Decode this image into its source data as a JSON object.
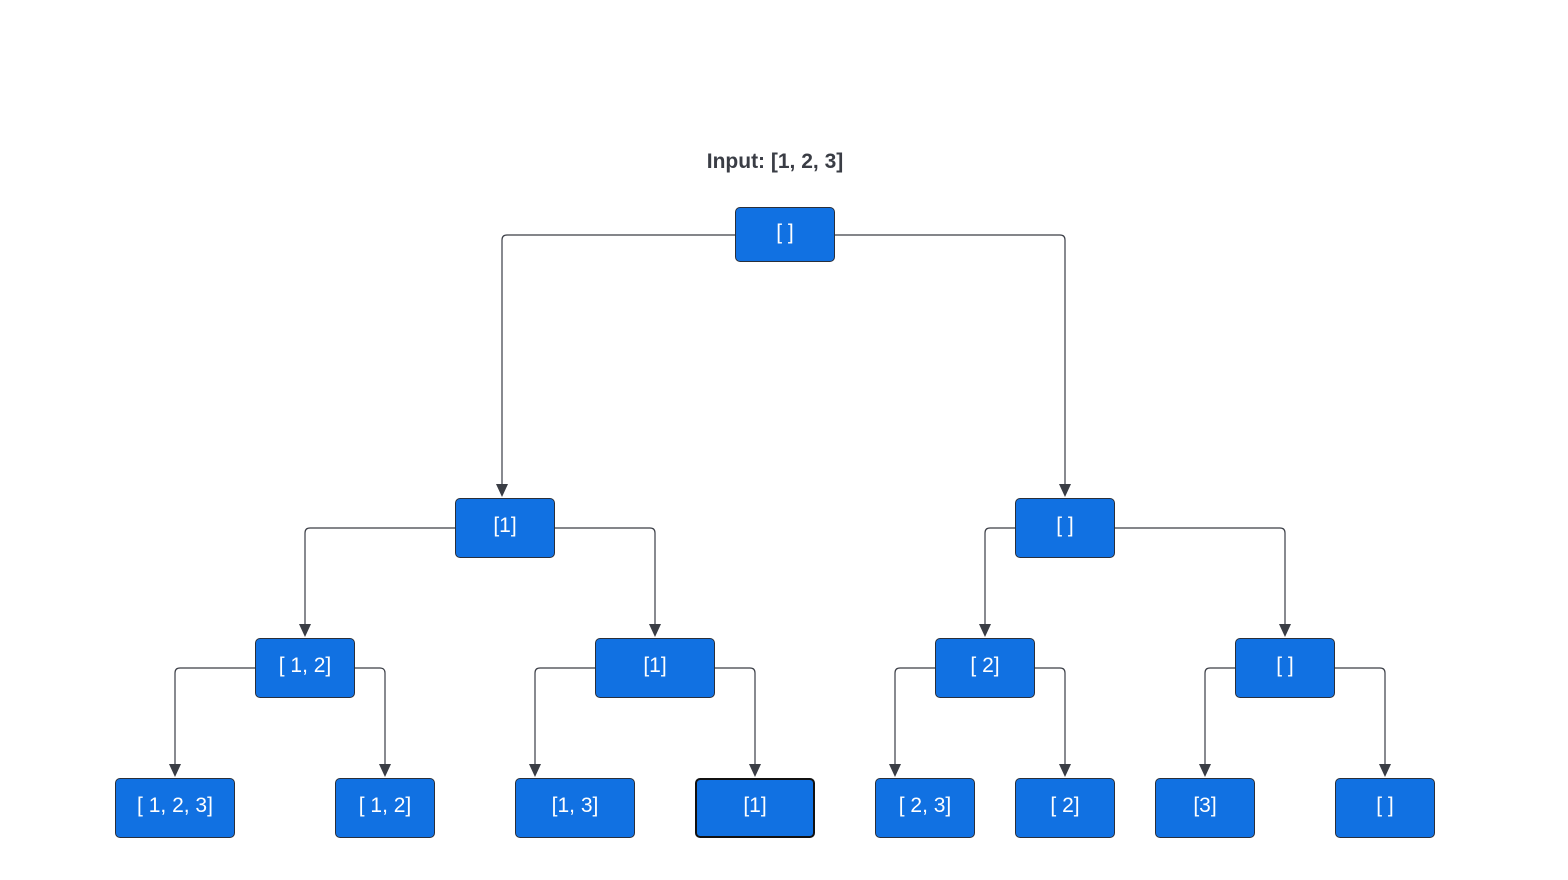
{
  "title": "Input: [1, 2, 3]",
  "nodes": {
    "root": "[ ]",
    "l": "[1]",
    "r": "[ ]",
    "ll": "[ 1, 2]",
    "lr": "[1]",
    "rl": "[ 2]",
    "rr": "[ ]",
    "lll": "[ 1, 2, 3]",
    "llr": "[ 1, 2]",
    "lrl": "[1, 3]",
    "lrr": "[1]",
    "rll": "[ 2, 3]",
    "rlr": "[ 2]",
    "rrl": "[3]",
    "rrr": "[ ]"
  },
  "colors": {
    "node_fill": "#1171e2",
    "node_border": "#2a2f3a",
    "edge": "#3a3d45",
    "title": "#3a3d45"
  }
}
